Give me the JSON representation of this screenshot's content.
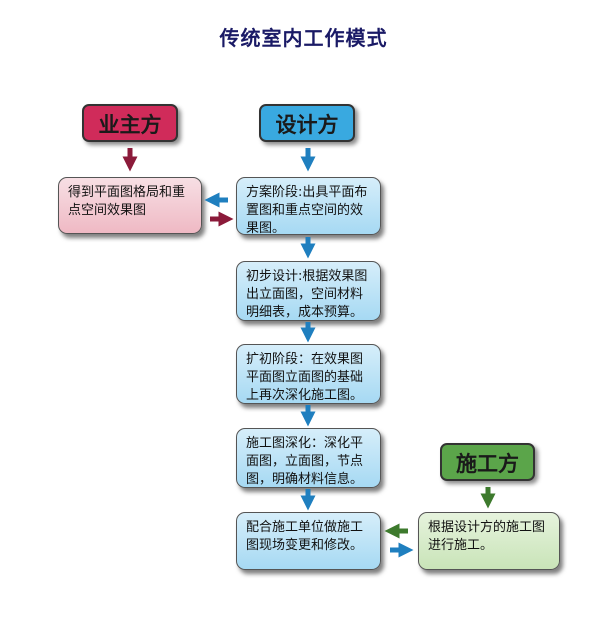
{
  "title": "传统室内工作模式",
  "headers": {
    "owner": "业主方",
    "designer": "设计方",
    "builder": "施工方"
  },
  "owner_box": "得到平面图格局和重点空间效果图",
  "design_steps": [
    "方案阶段:出具平面布置图和重点空间的效果图。",
    "初步设计:根据效果图出立面图，空间材料明细表，成本预算。",
    "扩初阶段：在效果图平面图立面图的基础上再次深化施工图。",
    "施工图深化：深化平面图，立面图，节点图，明确材料信息。",
    "配合施工单位做施工图现场变更和修改。"
  ],
  "builder_box": "根据设计方的施工图进行施工。",
  "colors": {
    "owner": "#d02b5a",
    "designer": "#39a9e0",
    "builder": "#5ba54a",
    "arrow_dark": "#8b1a3a",
    "arrow_blue": "#1f7fbf",
    "arrow_green": "#3d7a2d"
  }
}
